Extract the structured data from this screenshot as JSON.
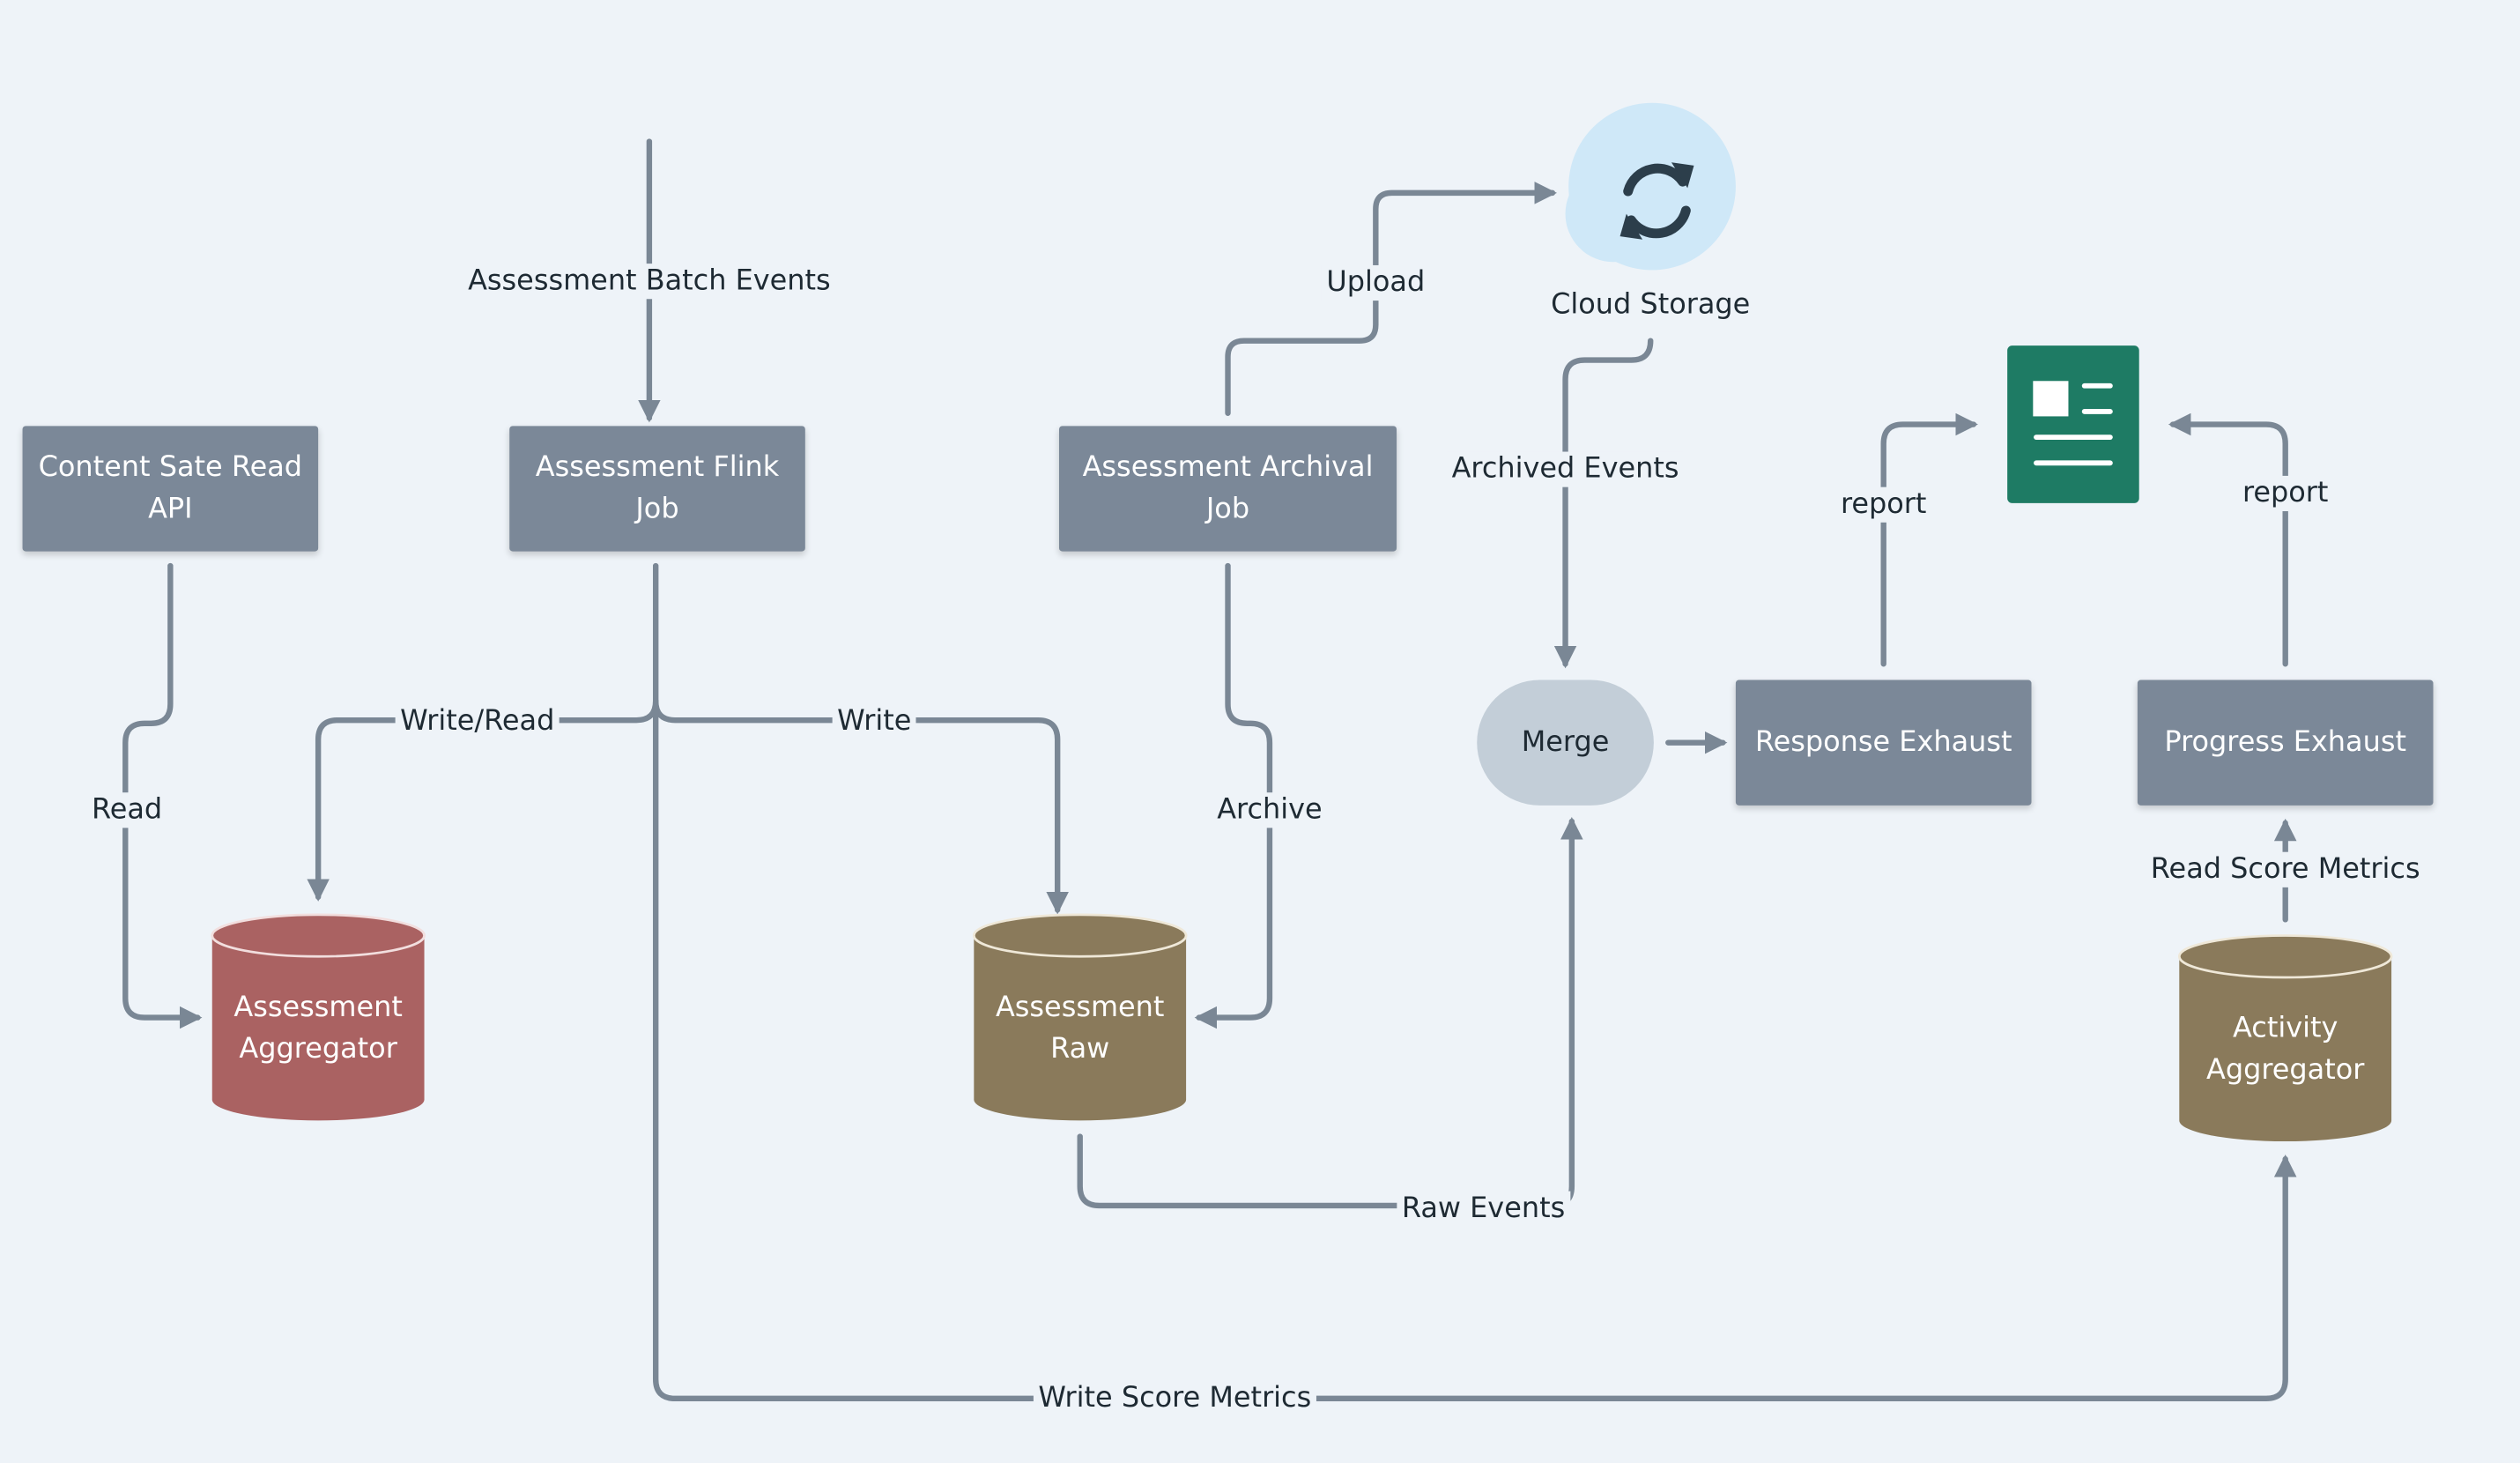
{
  "nodes": {
    "content_state_read_api": "Content Sate Read\nAPI",
    "assessment_flink_job": "Assessment Flink\nJob",
    "assessment_archival_job": "Assessment Archival\nJob",
    "merge": "Merge",
    "response_exhaust": "Response Exhaust",
    "progress_exhaust": "Progress Exhaust",
    "cloud_storage": "Cloud Storage",
    "assessment_aggregator": "Assessment\nAggregator",
    "assessment_raw": "Assessment\nRaw",
    "activity_aggregator": "Activity\nAggregator"
  },
  "edges": {
    "batch_events": "Assessment Batch Events",
    "upload": "Upload",
    "archived_events": "Archived Events",
    "report_response": "report",
    "report_progress": "report",
    "read": "Read",
    "write_read": "Write/Read",
    "write": "Write",
    "archive": "Archive",
    "read_score_metrics": "Read Score Metrics",
    "raw_events": "Raw Events",
    "write_score_metrics": "Write Score Metrics"
  },
  "colors": {
    "background": "#eef3f8",
    "process_box": "#7b8898",
    "merge_node": "#c3ced8",
    "assessment_aggregator": "#aa6262",
    "storage_brown": "#8a7a5b",
    "report_icon": "#1e7b64",
    "cloud": "#cfe8f8",
    "connector": "#7a8795"
  },
  "icons": {
    "cloud_storage": "cloud-sync-icon",
    "report": "report-document-icon"
  }
}
